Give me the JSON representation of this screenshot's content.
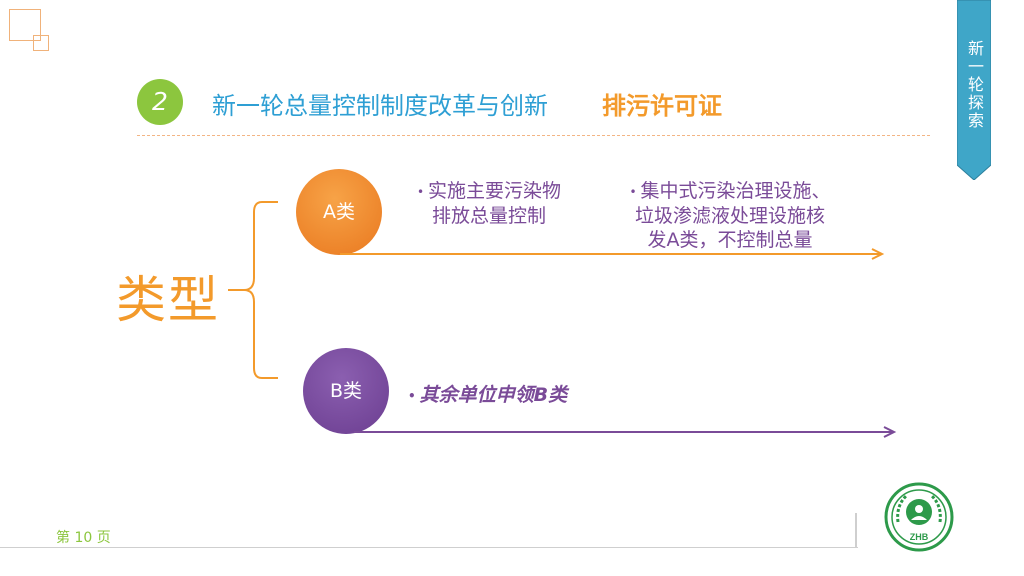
{
  "slide": {
    "number": "2",
    "title": "新一轮总量控制制度改革与创新",
    "subtitle": "排污许可证",
    "ribbon": "新一轮探索",
    "type_label": "类型",
    "categories": [
      {
        "label": "A类",
        "bullets": [
          {
            "lines": [
              "实施主要污染物",
              "排放总量控制"
            ]
          },
          {
            "lines": [
              "集中式污染治理设施、",
              "垃圾渗滤液处理设施核",
              "发A类，不控制总量"
            ]
          }
        ]
      },
      {
        "label": "B类",
        "bullets": [
          {
            "lines": [
              "其余单位申领B类"
            ]
          }
        ]
      }
    ],
    "page_label": "第 10 页",
    "logo_text": "ZHB"
  },
  "colors": {
    "green": "#8cc63e",
    "blue": "#2e9fd4",
    "orange": "#f39a2b",
    "purple": "#7a4b98",
    "ribbon": "#3fa6c8"
  },
  "icons": [
    "corner-squares-icon",
    "ribbon-bookmark-icon",
    "curly-brace-icon",
    "arrow-right-icon",
    "zhb-logo-icon"
  ]
}
